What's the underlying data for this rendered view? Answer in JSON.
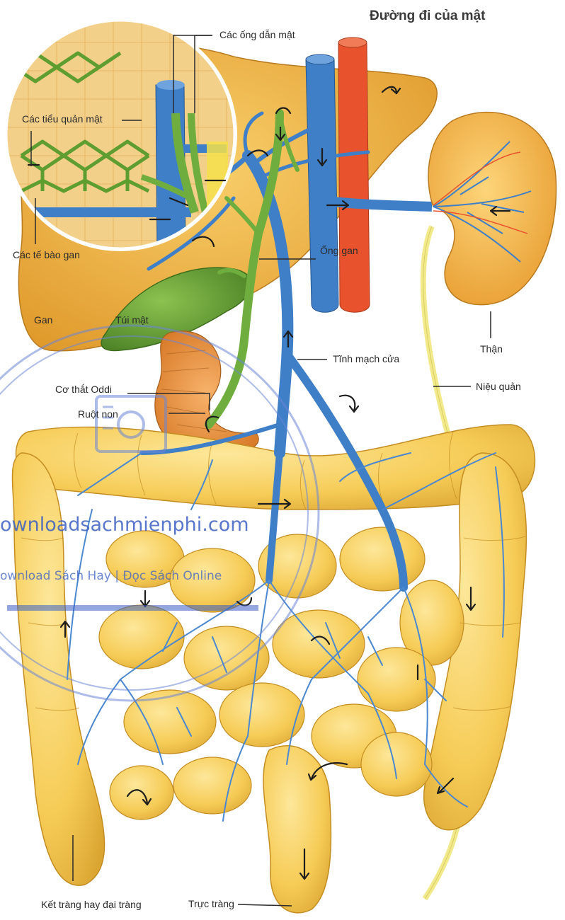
{
  "title": "Đường đi của mật",
  "labels": {
    "bile_ducts": "Các ống dẫn mật",
    "bile_canaliculi": "Các tiểu quản mật",
    "liver_cells": "Các tế bào gan",
    "liver": "Gan",
    "gallbladder": "Túi mật",
    "hepatic_duct": "Ống gan",
    "kidney": "Thận",
    "portal_vein": "Tĩnh mạch cửa",
    "sphincter_oddi": "Cơ thắt Oddi",
    "small_intestine": "Ruột non",
    "ureter": "Niệu quản",
    "colon": "Kết tràng hay đại tràng",
    "rectum": "Trực tràng"
  },
  "watermark": {
    "site": "ownloadsachmienphi.com",
    "tagline": "ownload Sách Hay | Đọc Sách Online"
  },
  "colors": {
    "liver": "#f2b23a",
    "liver_dark": "#c9831f",
    "portal_vein": "#3f7fc8",
    "bile_duct": "#6fae3e",
    "gallbladder": "#5f9a34",
    "aorta": "#e8532d",
    "kidney": "#f6b54a",
    "intestine": "#f7cf5a",
    "intestine_dark": "#d9a227",
    "ureter": "#f2ea8a",
    "watermark": "#3b5fc4"
  }
}
